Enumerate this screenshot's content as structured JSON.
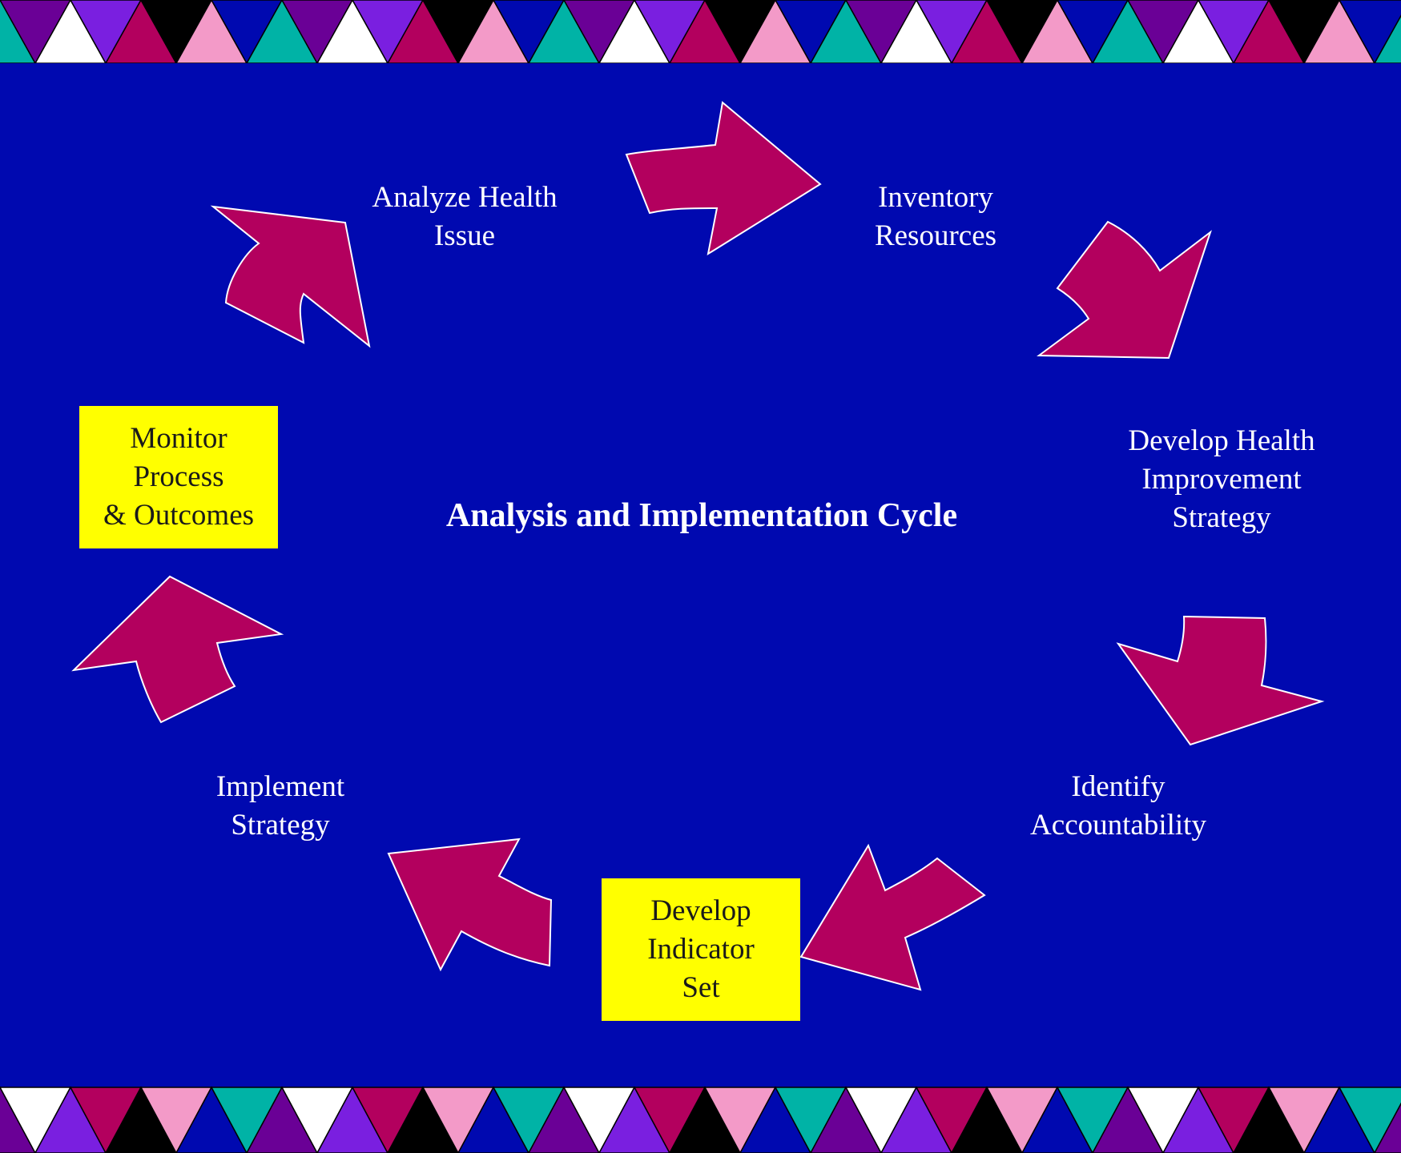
{
  "title": "Analysis and Implementation Cycle",
  "steps": [
    {
      "id": "analyze",
      "lines": [
        "Analyze Health",
        "Issue"
      ]
    },
    {
      "id": "inventory",
      "lines": [
        "Inventory",
        "Resources"
      ]
    },
    {
      "id": "develop-strategy",
      "lines": [
        "Develop Health",
        "Improvement",
        "Strategy"
      ]
    },
    {
      "id": "accountability",
      "lines": [
        "Identify",
        "Accountability"
      ]
    },
    {
      "id": "indicator",
      "lines": [
        "Develop",
        "Indicator",
        "Set"
      ],
      "highlight": true
    },
    {
      "id": "implement",
      "lines": [
        "Implement",
        "Strategy"
      ]
    },
    {
      "id": "monitor",
      "lines": [
        "Monitor",
        "Process",
        "& Outcomes"
      ],
      "highlight": true
    }
  ],
  "colors": {
    "background": "#0009b0",
    "arrow": "#b3005e",
    "arrow_outline": "#ffffff",
    "highlight_box": "#ffff00",
    "border_palette": [
      "#00b3a6",
      "#7a1fe0",
      "#f39ac8",
      "#6a0096",
      "#b3005e",
      "#0009b0",
      "#ffffff",
      "#000000"
    ]
  }
}
